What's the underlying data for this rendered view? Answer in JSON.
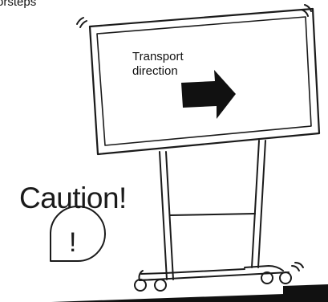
{
  "caption_top": "orsteps",
  "screen_label": {
    "line1": "Transport",
    "line2": "direction"
  },
  "warning_text": "Caution!",
  "warning_symbol": "!",
  "icons": {
    "arrow": "arrow-right-icon",
    "warning": "exclamation-icon",
    "vibration": "vibration-marks-icon"
  },
  "colors": {
    "line": "#1a1a1a",
    "arrow": "#111111",
    "floor": "#111111"
  }
}
